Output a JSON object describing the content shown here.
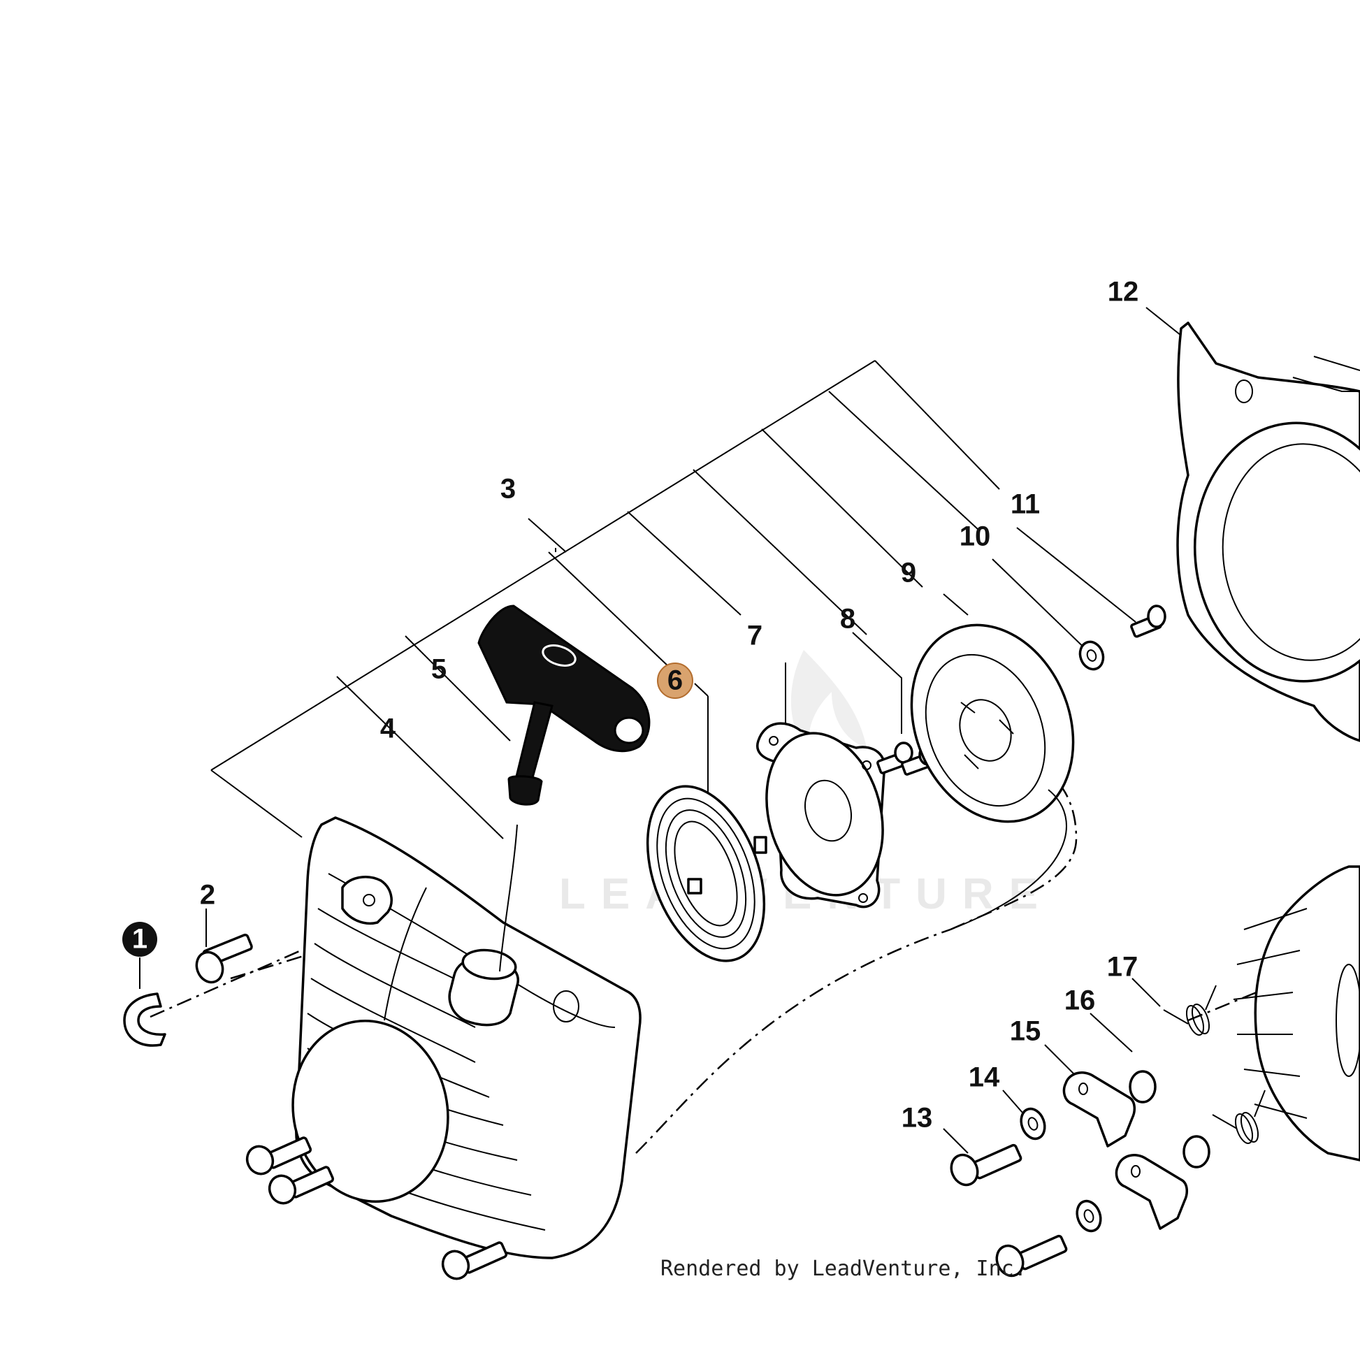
{
  "callouts": {
    "c1": "1",
    "c2": "2",
    "c3": "3",
    "c4": "4",
    "c5": "5",
    "c6": "6",
    "c7": "7",
    "c8": "8",
    "c9": "9",
    "c10": "10",
    "c11": "11",
    "c12": "12",
    "c13": "13",
    "c14": "14",
    "c15": "15",
    "c16": "16",
    "c17": "17"
  },
  "highlight_color": "#d9a36e",
  "highlight_border": "#b36d2e",
  "watermark": "LEADVENTURE",
  "credit": "Rendered by LeadVenture, Inc."
}
